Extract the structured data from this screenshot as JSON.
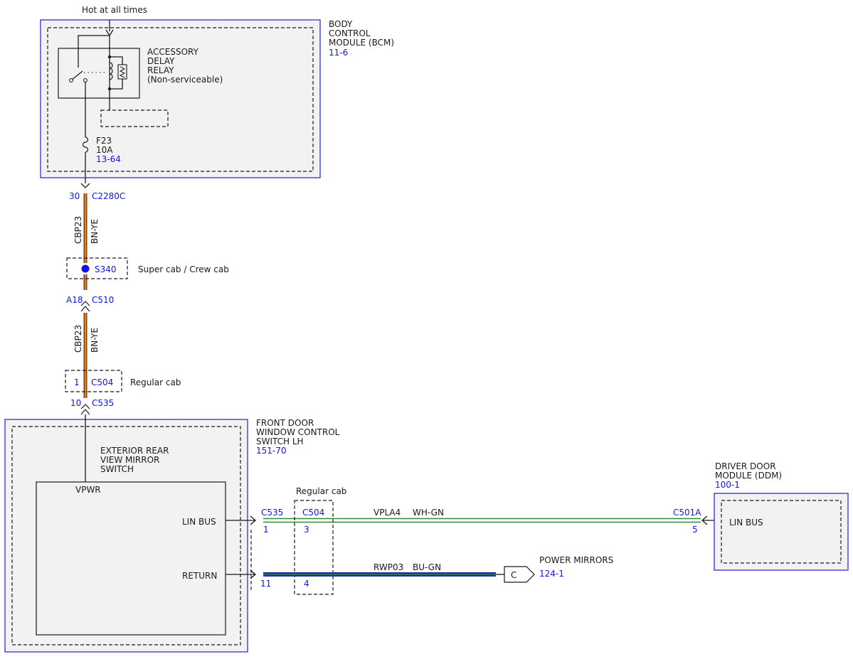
{
  "colors": {
    "module_border": "#2f2fd6",
    "module_fill": "#f2f2f2",
    "ref_text": "#1414e6",
    "wire_bn_ye_brown": "#8b3a0f",
    "wire_bn_ye_yellow": "#e8a400",
    "wire_wh_gn_green": "#2e8b3a",
    "wire_bu_gn_blue": "#1c2fa0",
    "splice_dot": "#1414e6"
  },
  "power": {
    "label": "Hot at all times"
  },
  "bcm": {
    "title": [
      "BODY",
      "CONTROL",
      "MODULE (BCM)"
    ],
    "ref": "11-6",
    "relay": [
      "ACCESSORY",
      "DELAY",
      "RELAY",
      "(Non-serviceable)"
    ],
    "fuse": {
      "name": "F23",
      "rating": "10A",
      "ref": "13-64"
    }
  },
  "connectors": {
    "c2280c": {
      "pin": "30",
      "name": "C2280C"
    },
    "wire1": {
      "circuit": "CBP23",
      "color": "BN-YE"
    },
    "splice": {
      "name": "S340",
      "note": "Super cab / Crew cab"
    },
    "c510": {
      "pin": "A18",
      "name": "C510"
    },
    "wire2": {
      "circuit": "CBP23",
      "color": "BN-YE"
    },
    "c504_top": {
      "pin": "1",
      "name": "C504",
      "note": "Regular cab"
    },
    "c535_top": {
      "pin": "10",
      "name": "C535"
    }
  },
  "switch": {
    "title": [
      "FRONT DOOR",
      "WINDOW CONTROL",
      "SWITCH LH"
    ],
    "ref": "151-70",
    "inner_title": [
      "EXTERIOR REAR",
      "VIEW MIRROR",
      "SWITCH"
    ],
    "pins": {
      "vpwr": "VPWR",
      "lin": "LIN BUS",
      "ret": "RETURN"
    }
  },
  "lin_circuit": {
    "c535": {
      "name": "C535",
      "pin": "1"
    },
    "c504": {
      "name": "C504",
      "pin": "3"
    },
    "regular_cab": "Regular cab",
    "circuit": "VPLA4",
    "color": "WH-GN",
    "c501a": {
      "name": "C501A",
      "pin": "5"
    }
  },
  "return_circuit": {
    "pin_c535": "11",
    "pin_c504": "4",
    "circuit": "RWP03",
    "color": "BU-GN",
    "connector_letter": "C",
    "dest": "POWER MIRRORS",
    "dest_ref": "124-1"
  },
  "ddm": {
    "title": [
      "DRIVER DOOR",
      "MODULE (DDM)"
    ],
    "ref": "100-1",
    "pin": "LIN BUS"
  }
}
